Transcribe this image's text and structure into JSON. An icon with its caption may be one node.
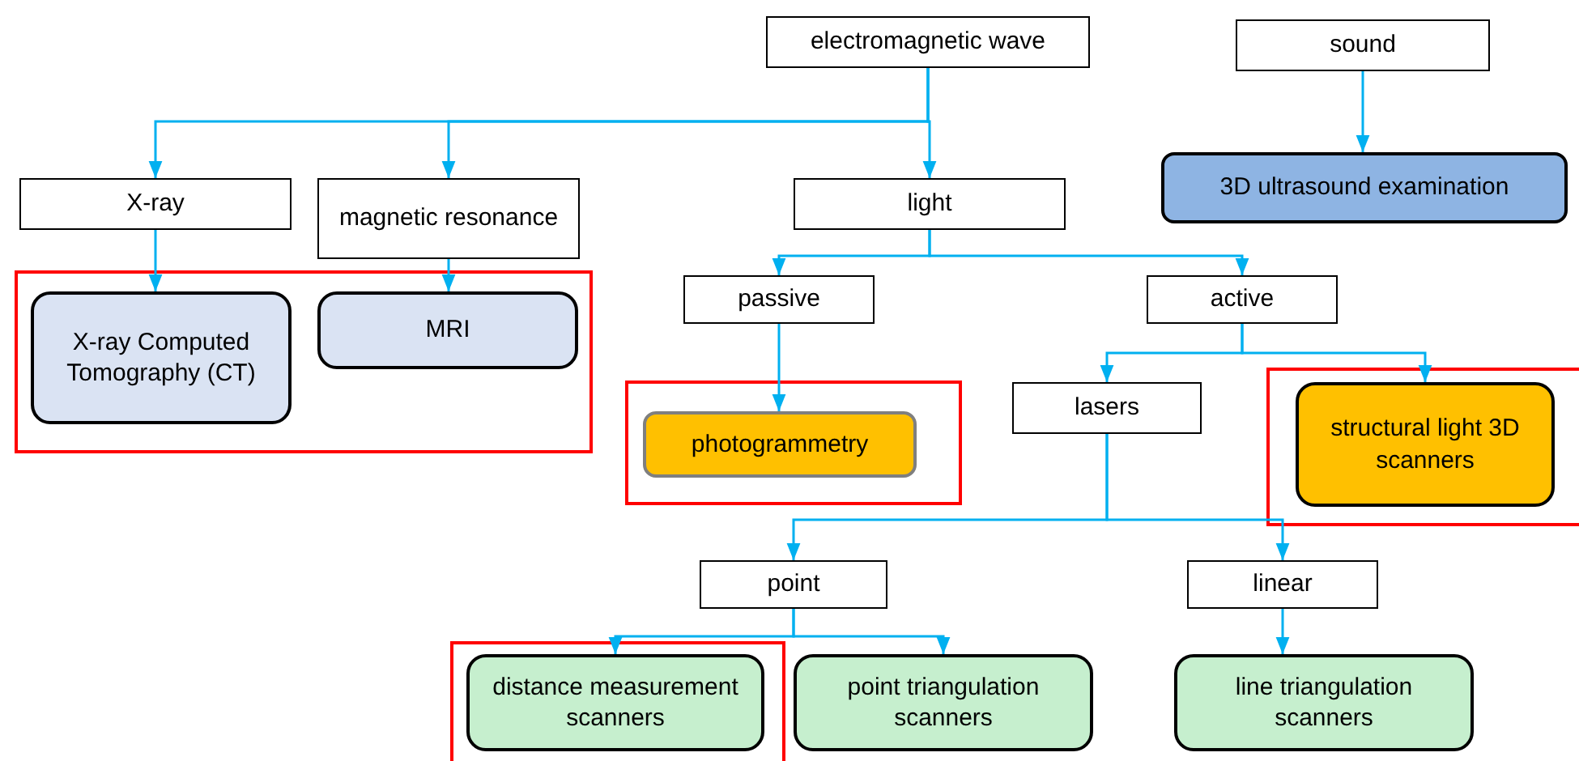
{
  "diagram": {
    "nodes": [
      {
        "text": [
          "electromagnetic wave"
        ]
      },
      {
        "text": [
          "sound"
        ]
      },
      {
        "text": [
          "X-ray"
        ]
      },
      {
        "text": [
          "magnetic resonance"
        ]
      },
      {
        "text": [
          "light"
        ]
      },
      {
        "text": [
          "3D ultrasound examination"
        ]
      },
      {
        "text": [
          "X-ray Computed Tomography (CT)"
        ]
      },
      {
        "text": [
          "MRI"
        ]
      },
      {
        "text": [
          "passive"
        ]
      },
      {
        "text": [
          "active"
        ]
      },
      {
        "text": [
          "photogrammetry"
        ]
      },
      {
        "text": [
          "lasers"
        ]
      },
      {
        "text": [
          "structural light 3D scanners"
        ]
      },
      {
        "text": [
          "point"
        ]
      },
      {
        "text": [
          "linear"
        ]
      },
      {
        "text": [
          "distance measurement scanners"
        ]
      },
      {
        "text": [
          "point triangulation scanners"
        ]
      },
      {
        "text": [
          "line triangulation scanners"
        ]
      }
    ],
    "edges": [
      {
        "from": 0,
        "to": 2,
        "arrow": "to"
      },
      {
        "from": 0,
        "to": 3,
        "arrow": "to"
      },
      {
        "from": 0,
        "to": 4,
        "arrow": "to"
      },
      {
        "from": 1,
        "to": 5,
        "arrow": "to"
      },
      {
        "from": 2,
        "to": 6,
        "arrow": "to"
      },
      {
        "from": 3,
        "to": 7,
        "arrow": "to"
      },
      {
        "from": 4,
        "to": 8,
        "arrow": "to"
      },
      {
        "from": 4,
        "to": 9,
        "arrow": "to"
      },
      {
        "from": 8,
        "to": 10,
        "arrow": "to"
      },
      {
        "from": 9,
        "to": 11,
        "arrow": "to"
      },
      {
        "from": 9,
        "to": 12,
        "arrow": "to"
      },
      {
        "from": 11,
        "to": 13,
        "arrow": "to"
      },
      {
        "from": 11,
        "to": 14,
        "arrow": "to"
      },
      {
        "from": 13,
        "to": 15,
        "arrow": "to"
      },
      {
        "from": 13,
        "to": 16,
        "arrow": "to"
      },
      {
        "from": 14,
        "to": 17,
        "arrow": "to"
      }
    ]
  }
}
